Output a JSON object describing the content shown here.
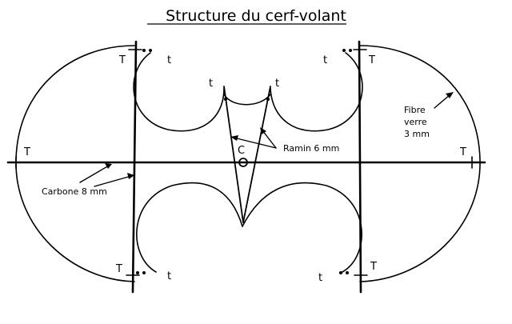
{
  "title": "Structure du cerf-volant",
  "labels": {
    "T": "T",
    "t": "t",
    "C": "C",
    "ramin": "Ramin 6 mm",
    "fibre_line1": "Fibre",
    "fibre_line2": "verre",
    "fibre_line3": "3 mm",
    "carbone": "Carbone 8 mm"
  },
  "colors": {
    "ink": "#000000",
    "paper": "#ffffff"
  }
}
